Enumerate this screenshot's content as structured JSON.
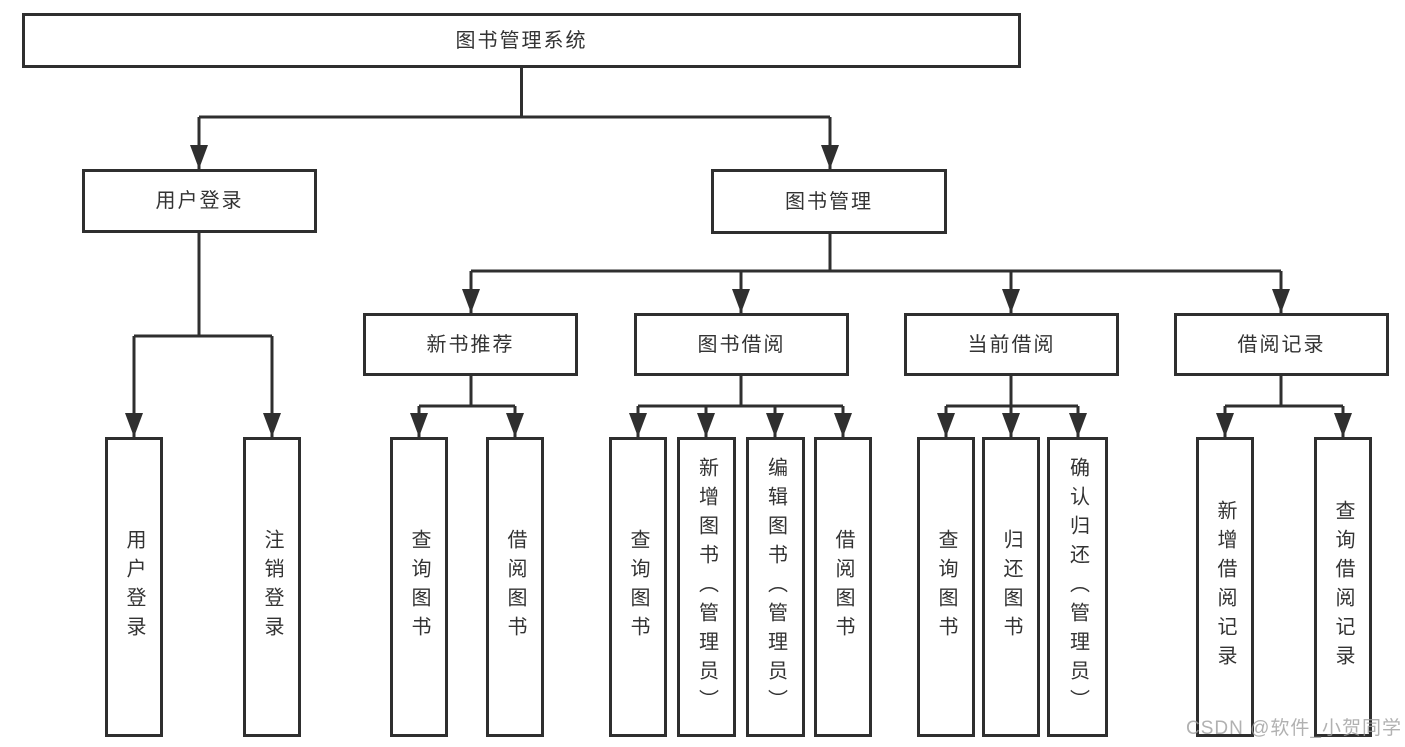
{
  "tree": {
    "root": {
      "label": "图书管理系统"
    },
    "branches": [
      {
        "label": "用户登录",
        "children": [
          {
            "label": "用户登录"
          },
          {
            "label": "注销登录"
          }
        ]
      },
      {
        "label": "图书管理",
        "children": [
          {
            "label": "新书推荐",
            "children": [
              {
                "label": "查询图书"
              },
              {
                "label": "借阅图书"
              }
            ]
          },
          {
            "label": "图书借阅",
            "children": [
              {
                "label": "查询图书"
              },
              {
                "label": "新增图书（管理员）"
              },
              {
                "label": "编辑图书（管理员）"
              },
              {
                "label": "借阅图书"
              }
            ]
          },
          {
            "label": "当前借阅",
            "children": [
              {
                "label": "查询图书"
              },
              {
                "label": "归还图书"
              },
              {
                "label": "确认归还（管理员）"
              }
            ]
          },
          {
            "label": "借阅记录",
            "children": [
              {
                "label": "新增借阅记录"
              },
              {
                "label": "查询借阅记录"
              }
            ]
          }
        ]
      }
    ]
  },
  "watermark": {
    "text": "CSDN @软件_小贺同学"
  },
  "colors": {
    "line": "#2f2f2f",
    "box_border": "#2f2f2f",
    "text": "#333333",
    "watermark": "#9e9e9e",
    "background": "#ffffff"
  }
}
